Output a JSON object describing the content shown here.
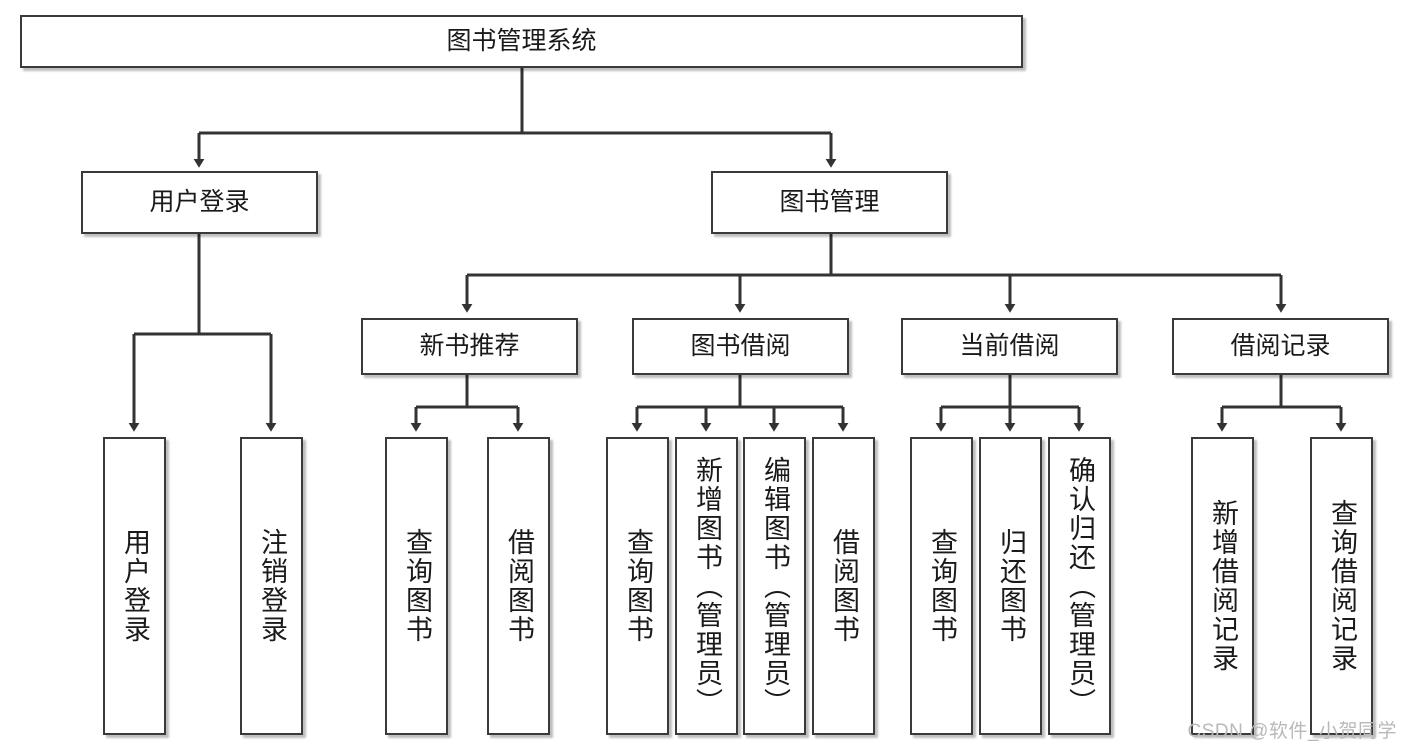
{
  "diagram": {
    "title": "图书管理系统",
    "type": "tree-hierarchy",
    "watermark": "CSDN @软件_小贺同学",
    "line_color": "#3a3a3a",
    "box_fill": "#ffffff",
    "text_color": "#1a1a1a"
  },
  "nodes": {
    "root": {
      "label": "图书管理系统"
    },
    "level2": [
      {
        "label": "用户登录"
      },
      {
        "label": "图书管理"
      }
    ],
    "level3": [
      {
        "label": "新书推荐"
      },
      {
        "label": "图书借阅"
      },
      {
        "label": "当前借阅"
      },
      {
        "label": "借阅记录"
      }
    ],
    "leaves": {
      "user_login": [
        {
          "label": "用户登录"
        },
        {
          "label": "注销登录"
        }
      ],
      "new_book_recommend": [
        {
          "label": "查询图书"
        },
        {
          "label": "借阅图书"
        }
      ],
      "book_borrow": [
        {
          "label": "查询图书"
        },
        {
          "label": "新增图书（管理员）"
        },
        {
          "label": "编辑图书（管理员）"
        },
        {
          "label": "借阅图书"
        }
      ],
      "current_borrow": [
        {
          "label": "查询图书"
        },
        {
          "label": "归还图书"
        },
        {
          "label": "确认归还（管理员）"
        }
      ],
      "borrow_record": [
        {
          "label": "新增借阅记录"
        },
        {
          "label": "查询借阅记录"
        }
      ]
    }
  }
}
